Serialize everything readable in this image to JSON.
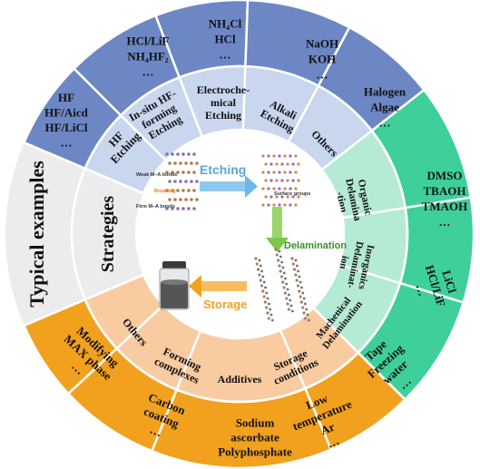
{
  "colors": {
    "etching_outer": "#6d87c4",
    "etching_inner": "#c8d6ee",
    "delam_outer": "#3fcf9a",
    "delam_inner": "#b5ebd4",
    "storage_outer": "#f2a11e",
    "storage_inner": "#f8cba0",
    "typical_band": "#ececec",
    "arrow_blue": "#6fb7e8",
    "arrow_green": "#7bc846",
    "arrow_orange": "#f2a11e",
    "hub_text_blue": "#5aa6dd",
    "hub_text_green": "#3a8f2a",
    "hub_text_orange": "#f0a020"
  },
  "labels": {
    "typical_examples": "Typical examples",
    "strategies": "Strategies"
  },
  "hub": {
    "etching": "Etching",
    "delamination": "Delamination",
    "storage": "Storage",
    "weak_bonds": "Weak M–A bonds",
    "breaking": "Breaking",
    "firm_bonds": "Firm M–A bonds",
    "surface_groups": "Surface groups"
  },
  "sectors": [
    {
      "id": "hf",
      "strategy": [
        "HF",
        "Etching"
      ],
      "examples": [
        "HF",
        "HF/Aicd",
        "HF/LiCl",
        "…"
      ]
    },
    {
      "id": "insitu",
      "strategy": [
        "In-situ HF-",
        "forming",
        "Etching"
      ],
      "examples": [
        "HCl/LiF",
        "NH₄HF₂",
        "…"
      ]
    },
    {
      "id": "electro",
      "strategy": [
        "Electroche-",
        "mical",
        "Etching"
      ],
      "examples": [
        "NH₄Cl",
        "HCl",
        "…"
      ]
    },
    {
      "id": "alkali",
      "strategy": [
        "Alkali",
        "Etching"
      ],
      "examples": [
        "NaOH",
        "KOH",
        "…"
      ]
    },
    {
      "id": "others_etch",
      "strategy": [
        "Others"
      ],
      "examples": [
        "Halogen",
        "Algae",
        "…"
      ]
    },
    {
      "id": "organic",
      "strategy": [
        "Organic",
        "Delamina",
        "-tion"
      ],
      "examples": [
        "DMSO",
        "TBAOH",
        "TMAOH",
        "…"
      ]
    },
    {
      "id": "inorganic",
      "strategy": [
        "Inorganics",
        "Delaminat-",
        "ion"
      ],
      "examples": [
        "LiCl",
        "HCl/LiF",
        "…"
      ]
    },
    {
      "id": "mechanical",
      "strategy": [
        "Machenical",
        "Delamination"
      ],
      "examples": [
        "Tape",
        "Freezing",
        "water",
        "…"
      ]
    },
    {
      "id": "storage_cond",
      "strategy": [
        "Storage",
        "conditions"
      ],
      "examples": [
        "Low",
        "temperature",
        "Ar",
        "…"
      ]
    },
    {
      "id": "additives",
      "strategy": [
        "Additives"
      ],
      "examples": [
        "Sodium",
        "ascorbate",
        "Polyphosphate"
      ]
    },
    {
      "id": "complexes",
      "strategy": [
        "Forming",
        "complexes"
      ],
      "examples": [
        "Carbon",
        "coating",
        "…"
      ]
    },
    {
      "id": "others_store",
      "strategy": [
        "Others"
      ],
      "examples": [
        "Modifying",
        "MAX phase",
        "…"
      ]
    }
  ]
}
